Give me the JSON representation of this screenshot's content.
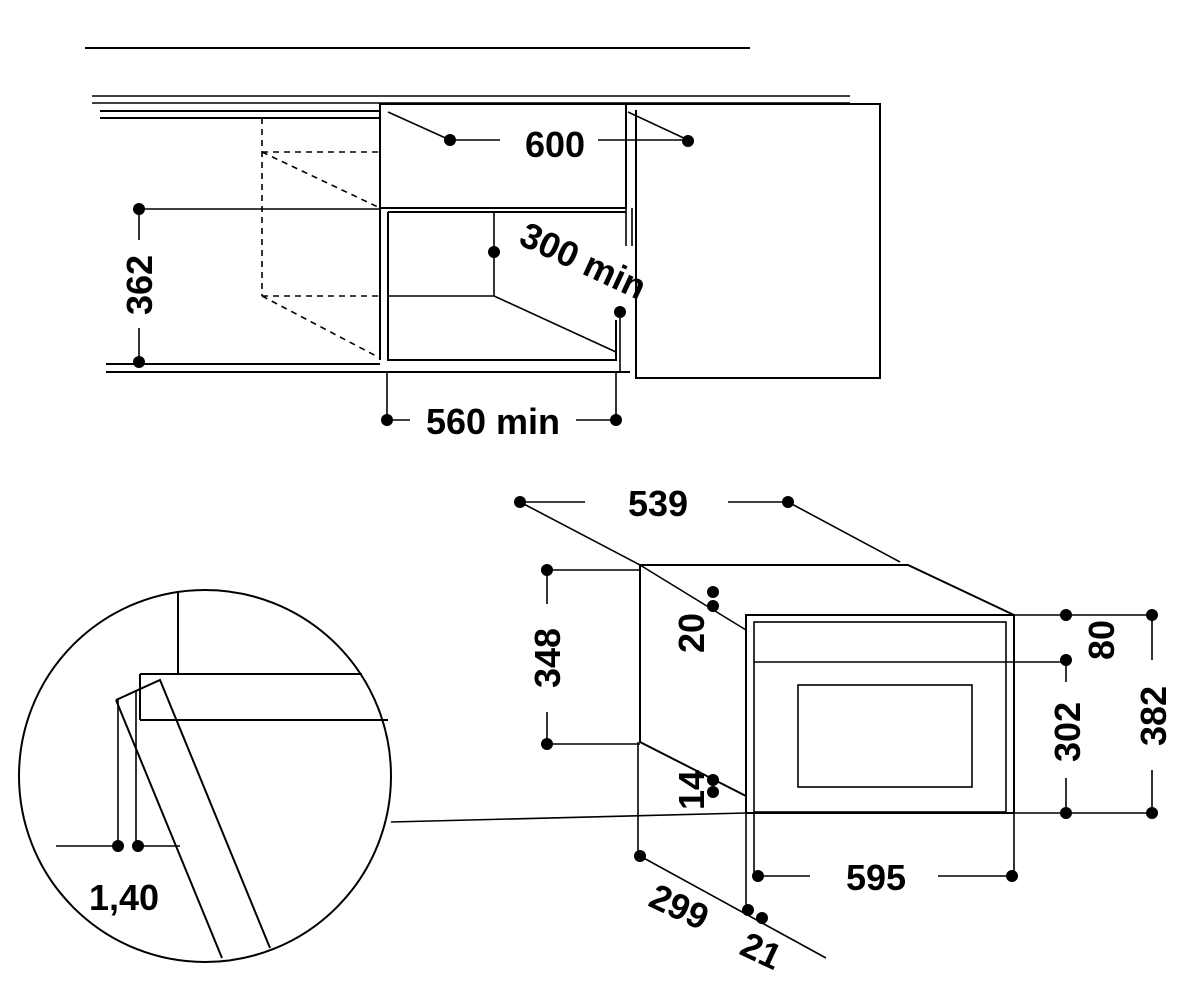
{
  "installation": {
    "width": "600",
    "niche_height": "362",
    "niche_depth": "300 min",
    "niche_width": "560 min"
  },
  "appliance": {
    "depth_top": "539",
    "body_height": "348",
    "top_offset": "20",
    "bottom_offset": "14",
    "front_height": "382",
    "panel_height": "80",
    "door_height": "302",
    "front_width": "595",
    "body_depth": "299",
    "front_thickness": "21"
  },
  "detail": {
    "gap": "1,40"
  },
  "colors": {
    "line": "#000000",
    "background": "#ffffff"
  }
}
